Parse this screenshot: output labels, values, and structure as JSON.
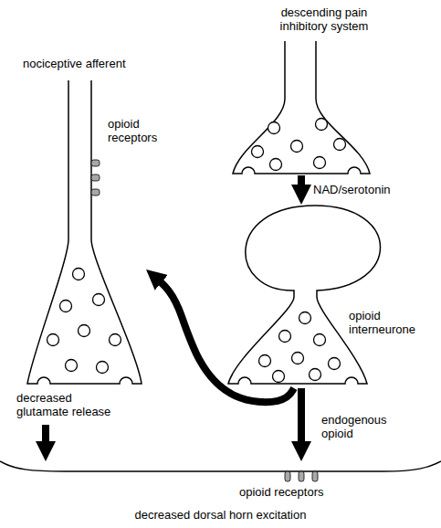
{
  "diagram": {
    "nodes": [
      {
        "text": [
          "descending pain inhibitory system"
        ]
      },
      {
        "text": [
          "nociceptive afferent"
        ]
      },
      {
        "text": [
          "opioid interneurone"
        ]
      },
      {
        "text": [
          "decreased dorsal horn excitation"
        ]
      }
    ],
    "edges": [
      {
        "from": 0,
        "to": 2,
        "arrow": "to",
        "label": "NAD/serotonin"
      },
      {
        "from": 2,
        "to": 1,
        "arrow": "to"
      },
      {
        "from": 2,
        "to": 3,
        "arrow": "to",
        "label": "endogenous opioid"
      },
      {
        "from": 1,
        "to": 3,
        "arrow": "to",
        "label": "decreased glutamate release"
      }
    ],
    "labels": [
      "opioid receptors",
      "opioid receptors"
    ]
  }
}
